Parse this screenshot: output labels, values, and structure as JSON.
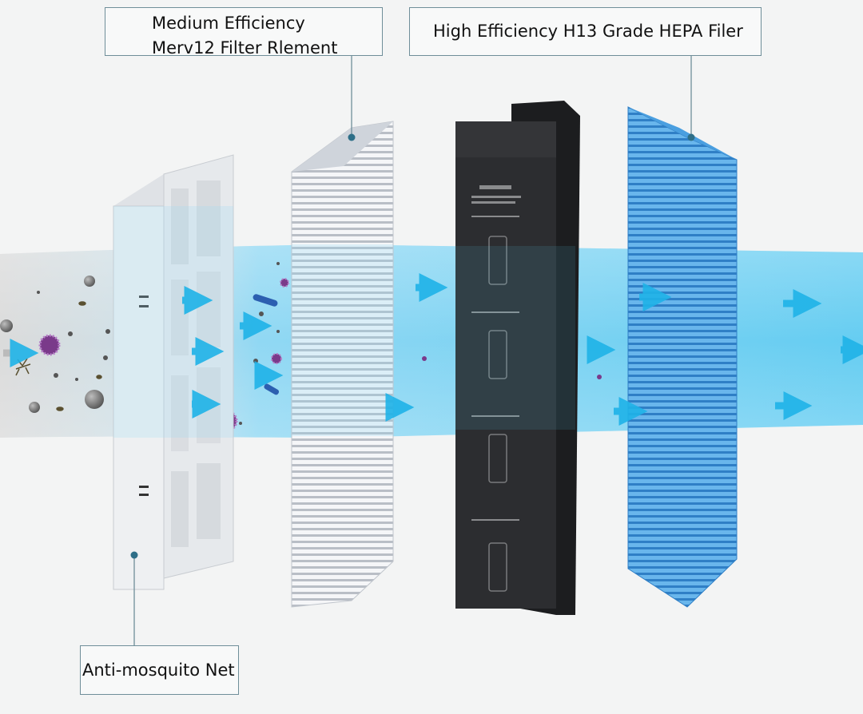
{
  "labels": {
    "medium_efficiency": {
      "line1": "Medium Efficiency",
      "line2": "Merv12 Filter Rlement"
    },
    "hepa": "High Efficiency H13 Grade HEPA Filer",
    "anti_mosquito": "Anti-mosquito Net"
  },
  "colors": {
    "background": "#f3f4f4",
    "airflow_blue": "#35c0ee",
    "arrow_blue": "#1fb3e8",
    "hepa_blue": "#3f96d8",
    "carbon_filter": "#2a2b2d",
    "leader_line": "#6f8e99",
    "particle_purple": "#7a3a8a",
    "particle_red": "#b01e2d"
  },
  "filters": [
    {
      "name": "anti-mosquito-net",
      "icon": "frame"
    },
    {
      "name": "medium-efficiency-filter",
      "icon": "pleated-white"
    },
    {
      "name": "activated-carbon-filter",
      "icon": "dark-box"
    },
    {
      "name": "hepa-filter",
      "icon": "pleated-blue"
    }
  ]
}
